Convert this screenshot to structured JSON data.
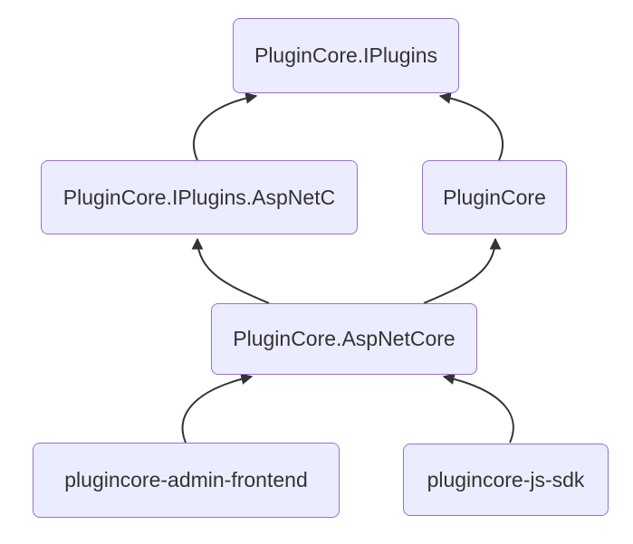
{
  "diagram": {
    "type": "dependency-graph",
    "background": "#ffffff",
    "colors": {
      "node_fill": "#ECECFF",
      "node_border": "#9370DB",
      "node_text": "#333333",
      "edge_line": "#333333",
      "arrowhead": "#333333"
    },
    "nodes": [
      {
        "id": "plugincore-iplugins",
        "label": "PluginCore.IPlugins"
      },
      {
        "id": "plugincore-iplugins-aspnetc",
        "label": "PluginCore.IPlugins.AspNetC"
      },
      {
        "id": "plugincore",
        "label": "PluginCore"
      },
      {
        "id": "plugincore-aspnetcore",
        "label": "PluginCore.AspNetCore"
      },
      {
        "id": "plugincore-admin-frontend",
        "label": "plugincore-admin-frontend"
      },
      {
        "id": "plugincore-js-sdk",
        "label": "plugincore-js-sdk"
      }
    ],
    "edges": [
      {
        "from": "plugincore-iplugins-aspnetc",
        "to": "plugincore-iplugins"
      },
      {
        "from": "plugincore",
        "to": "plugincore-iplugins"
      },
      {
        "from": "plugincore-aspnetcore",
        "to": "plugincore-iplugins-aspnetc"
      },
      {
        "from": "plugincore-aspnetcore",
        "to": "plugincore"
      },
      {
        "from": "plugincore-admin-frontend",
        "to": "plugincore-aspnetcore"
      },
      {
        "from": "plugincore-js-sdk",
        "to": "plugincore-aspnetcore"
      }
    ]
  }
}
